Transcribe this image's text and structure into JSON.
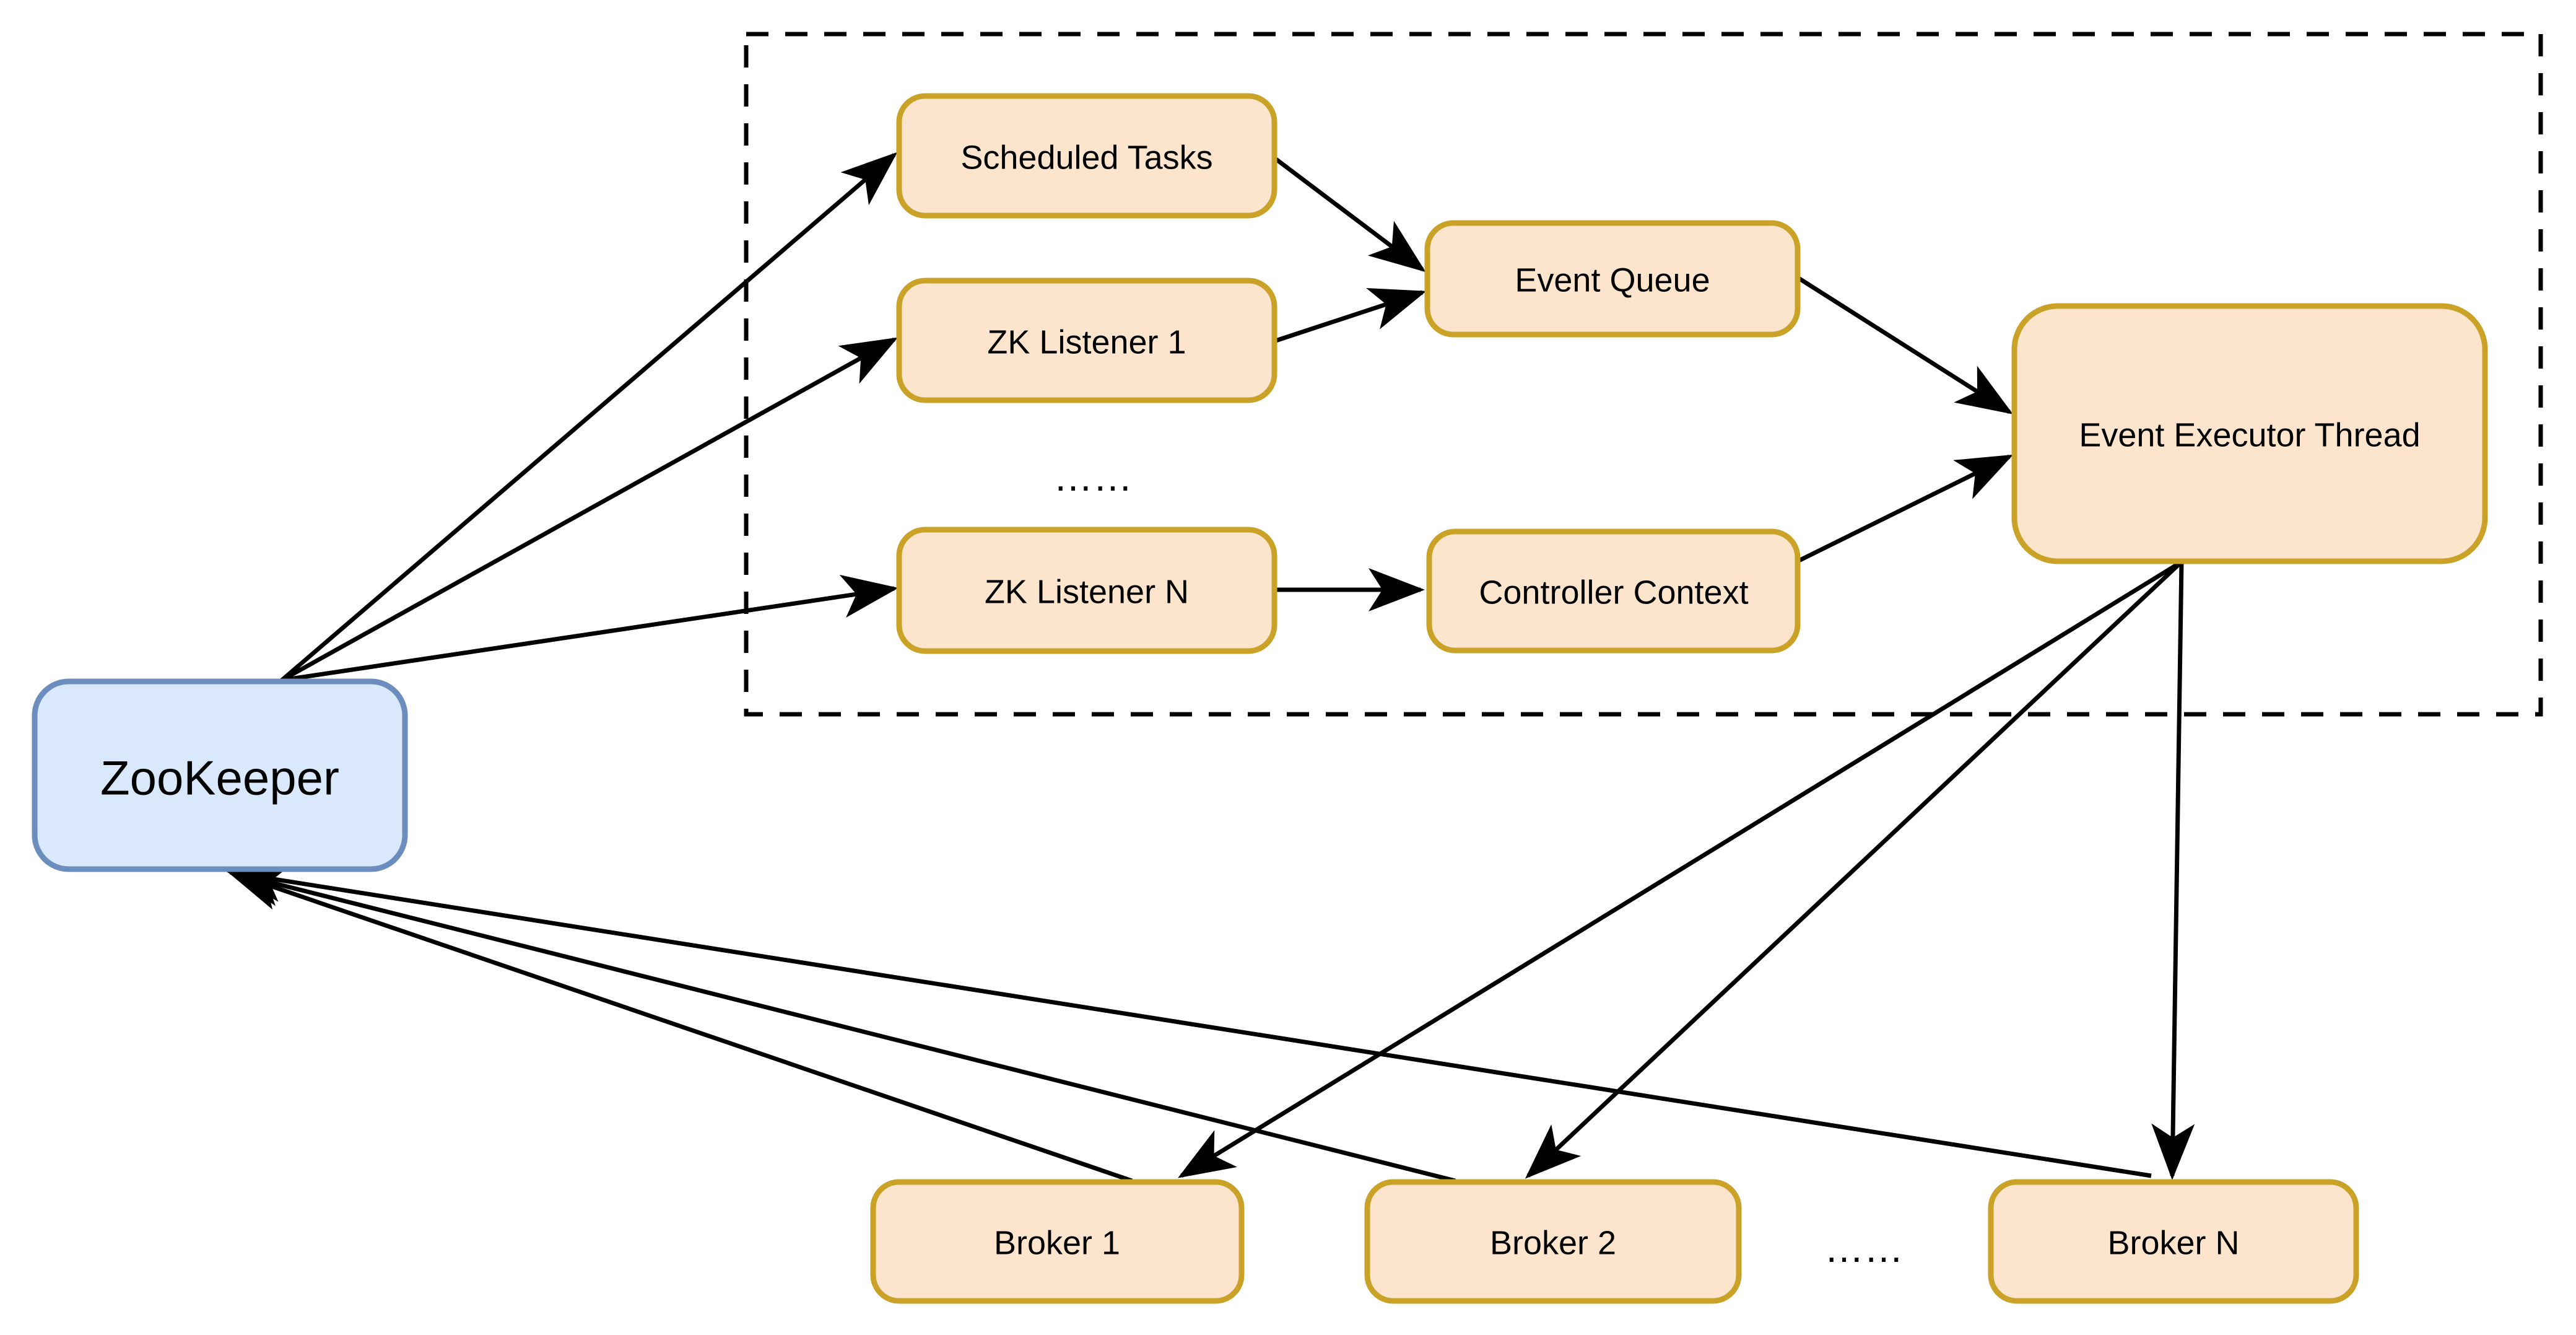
{
  "diagram": {
    "type": "architecture-diagram",
    "nodes": {
      "zookeeper": {
        "label": "ZooKeeper",
        "fill": "#dae8fc",
        "stroke": "#6c8ebf"
      },
      "scheduled_tasks": {
        "label": "Scheduled Tasks",
        "fill": "#fce5cc",
        "stroke": "#c9a227"
      },
      "zk_listener_1": {
        "label": "ZK Listener 1",
        "fill": "#fce5cc",
        "stroke": "#c9a227"
      },
      "zk_listener_n": {
        "label": "ZK Listener N",
        "fill": "#fce5cc",
        "stroke": "#c9a227"
      },
      "event_queue": {
        "label": "Event Queue",
        "fill": "#fce5cc",
        "stroke": "#c9a227"
      },
      "controller_context": {
        "label": "Controller Context",
        "fill": "#fce5cc",
        "stroke": "#c9a227"
      },
      "event_executor_thread": {
        "label": "Event Executor Thread",
        "fill": "#fce5cc",
        "stroke": "#c9a227"
      },
      "broker_1": {
        "label": "Broker 1",
        "fill": "#fce5cc",
        "stroke": "#c9a227"
      },
      "broker_2": {
        "label": "Broker 2",
        "fill": "#fce5cc",
        "stroke": "#c9a227"
      },
      "broker_n": {
        "label": "Broker N",
        "fill": "#fce5cc",
        "stroke": "#c9a227"
      }
    },
    "ellipsis": {
      "listeners": "……",
      "brokers": "……"
    },
    "edges": [
      {
        "from": "zookeeper",
        "to": "scheduled_tasks"
      },
      {
        "from": "zookeeper",
        "to": "zk_listener_1"
      },
      {
        "from": "zookeeper",
        "to": "zk_listener_n"
      },
      {
        "from": "scheduled_tasks",
        "to": "event_queue"
      },
      {
        "from": "zk_listener_1",
        "to": "event_queue"
      },
      {
        "from": "zk_listener_n",
        "to": "controller_context"
      },
      {
        "from": "event_queue",
        "to": "event_executor_thread"
      },
      {
        "from": "controller_context",
        "to": "event_executor_thread"
      },
      {
        "from": "event_executor_thread",
        "to": "broker_1"
      },
      {
        "from": "event_executor_thread",
        "to": "broker_2"
      },
      {
        "from": "event_executor_thread",
        "to": "broker_n"
      },
      {
        "from": "broker_1",
        "to": "zookeeper"
      },
      {
        "from": "broker_2",
        "to": "zookeeper"
      },
      {
        "from": "broker_n",
        "to": "zookeeper"
      }
    ],
    "colors": {
      "edge": "#000000",
      "container_border": "#000000",
      "background": "#ffffff"
    }
  }
}
